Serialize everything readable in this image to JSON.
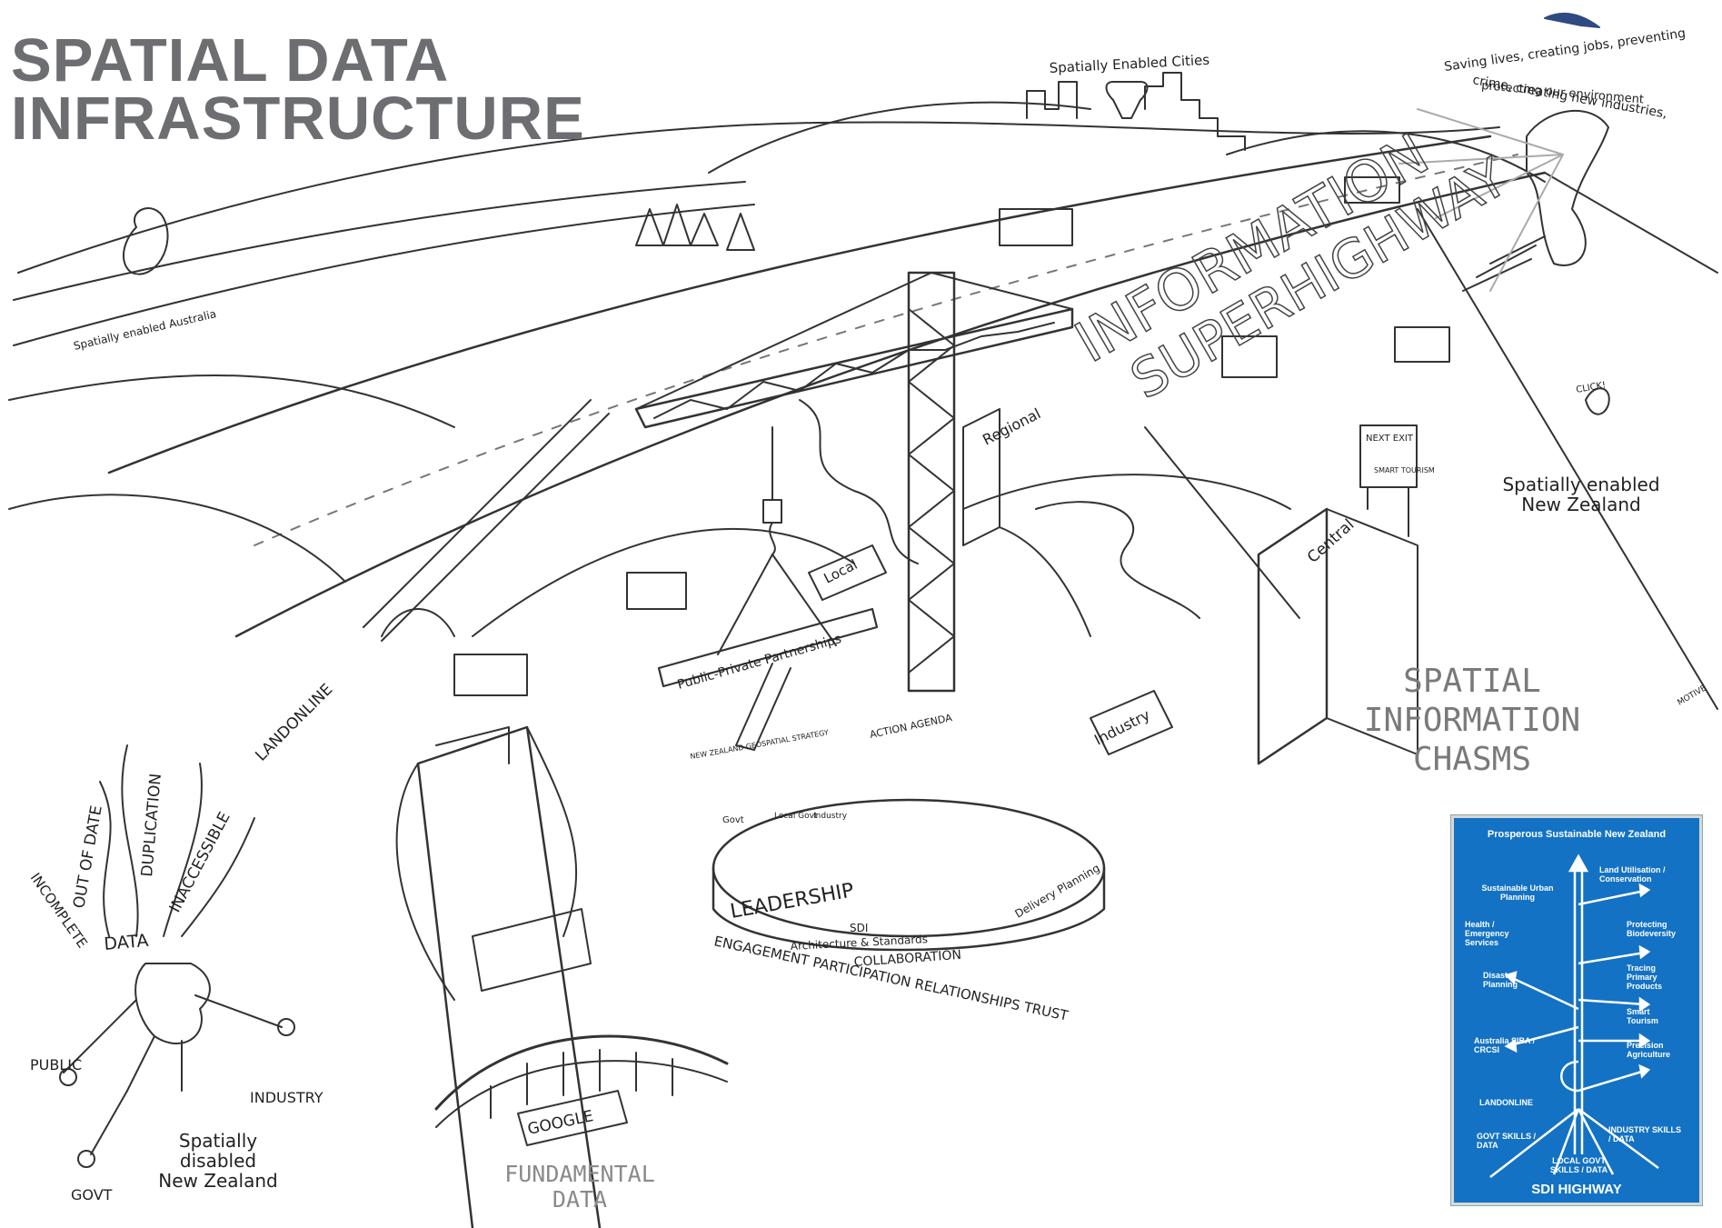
{
  "title": {
    "line1": "SPATIAL DATA",
    "line2": "INFRASTRUCTURE"
  },
  "slogan": {
    "line1": "Saving lives, creating jobs, preventing",
    "line2": "crime, creating new industries,",
    "line3": "protecting our environment"
  },
  "labels": {
    "spatially_enabled_cities": "Spatially Enabled Cities",
    "spatially_enabled_australia": "Spatially enabled Australia",
    "info_line1": "INFORMATION",
    "info_line2": "SUPERHIGHWAY",
    "regional": "Regional",
    "local": "Local",
    "central": "Central",
    "industry_block": "Industry",
    "ppp": "Public-Private Partnerships",
    "landonline": "LANDONLINE",
    "next_exit": "NEXT EXIT",
    "smart_tourism": "SMART TOURISM",
    "click": "CLICK!",
    "google": "GOOGLE",
    "signature": "MOTIVE"
  },
  "spatially_enabled_nz": {
    "line1": "Spatially enabled",
    "line2": "New Zealand"
  },
  "chasms": {
    "line1": "SPATIAL",
    "line2": "INFORMATION",
    "line3": "CHASMS"
  },
  "fundamental_data": {
    "line1": "FUNDAMENTAL",
    "line2": "DATA"
  },
  "data_problems": {
    "incomplete": "INCOMPLETE",
    "out_of_date": "OUT OF DATE",
    "duplication": "DUPLICATION",
    "inaccessible": "INACCESSIBLE",
    "data": "DATA",
    "public": "PUBLIC",
    "industry": "INDUSTRY",
    "govt": "GOVT"
  },
  "spatially_disabled_nz": {
    "line1": "Spatially",
    "line2": "disabled",
    "line3": "New Zealand"
  },
  "platform": {
    "leadership": "LEADERSHIP",
    "sdi": "SDI",
    "architecture": "Architecture & Standards",
    "collaboration": "COLLABORATION",
    "ring_text": "ENGAGEMENT PARTICIPATION RELATIONSHIPS TRUST",
    "delivery": "Delivery Planning",
    "action_agenda": "ACTION AGENDA",
    "nz_strategy": "NEW ZEALAND GEOSPATIAL STRATEGY",
    "govt": "Govt",
    "local_govt": "Local Govt",
    "industry": "Industry"
  },
  "sdi_highway_sign": {
    "top": "Prosperous Sustainable New Zealand",
    "land_utilisation": "Land Utilisation / Conservation",
    "sustainable_urban": "Sustainable Urban Planning",
    "health": "Health / Emergency Services",
    "protecting": "Protecting Biodeversity",
    "tracing": "Tracing Primary Products",
    "disaster": "Disaster Planning",
    "smart_tourism": "Smart Tourism",
    "australia": "Australia SIBA / CRCSI",
    "precision": "Precision Agriculture",
    "landonline": "LANDONLINE",
    "govt": "GOVT SKILLS / DATA",
    "industry": "INDUSTRY SKILLS / DATA",
    "local_govt": "LOCAL GOVT SKILLS / DATA",
    "footer": "SDI HIGHWAY"
  },
  "colors": {
    "title": "#6d6e71",
    "sign_blue": "#1372c4",
    "ink": "#222222",
    "chasm_text": "#7a7a7a"
  }
}
